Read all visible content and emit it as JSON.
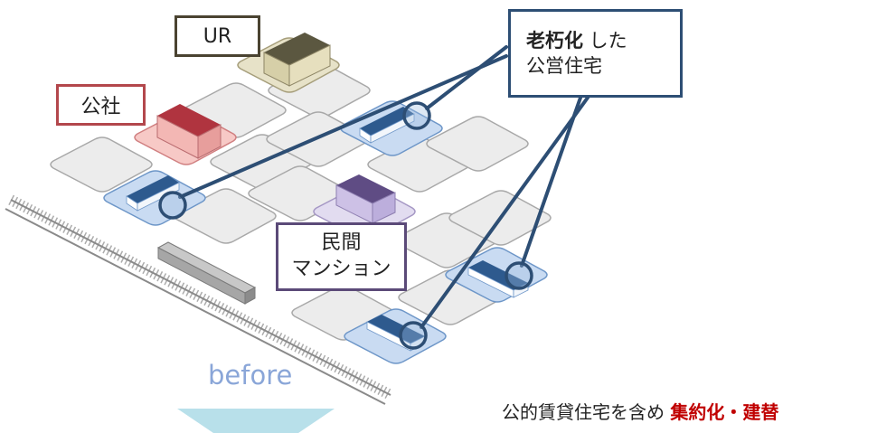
{
  "labels": {
    "ur": "UR",
    "kosha": "公社",
    "private_line1": "民間",
    "private_line2": "マンション",
    "aging_bold": "老朽化",
    "aging_rest": " した",
    "aging_line2": "公営住宅"
  },
  "before_label": "before",
  "caption": {
    "text": "公的賃貸住宅を含め",
    "emphasis": "集約化・建替"
  },
  "colors": {
    "ur": "#4a4331",
    "kosha": "#b3474c",
    "private": "#5b4a78",
    "public_housing": "#2d4e74",
    "before": "#8aa6d8",
    "emphasis": "#c00000"
  }
}
